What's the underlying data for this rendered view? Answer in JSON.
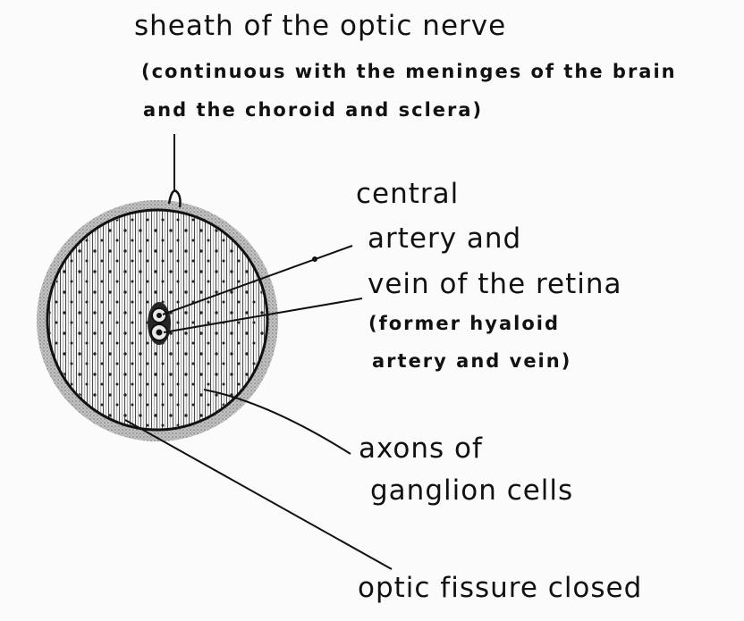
{
  "labels": {
    "sheath_title": "sheath of the optic nerve",
    "sheath_note_1": "(continuous with the meninges of the brain",
    "sheath_note_2": "and the choroid and sclera)",
    "vessel_1": "central",
    "vessel_2": "artery and",
    "vessel_3": "vein of the retina",
    "vessel_note_1": "(former hyaloid",
    "vessel_note_2": "artery and vein)",
    "axons_1": "axons of",
    "axons_2": "ganglion cells",
    "fissure": "optic fissure closed"
  },
  "colors": {
    "ink": "#111111",
    "sheath": "#a8a8a8",
    "background": "#fbfbfb"
  }
}
